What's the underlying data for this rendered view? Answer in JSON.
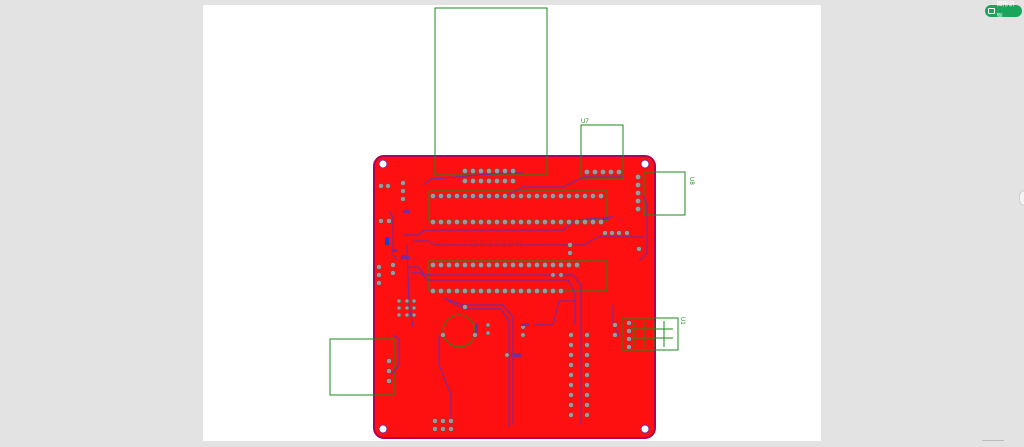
{
  "ai_badge": {
    "label": "图形识别",
    "icon": "grid-doc-icon",
    "color": "#1aa55a"
  },
  "board": {
    "title": "TG02330H",
    "components": [
      {
        "ref": "U7",
        "label": "U7"
      },
      {
        "ref": "U8",
        "label": "U8"
      },
      {
        "ref": "U1",
        "label": "U1"
      }
    ],
    "colors": {
      "copper": "#ff0000",
      "outline": "#b0005a",
      "trace": "#7a2a9a",
      "silkscreen": "#1a8a1a",
      "pad": "#9a9a9a"
    }
  }
}
